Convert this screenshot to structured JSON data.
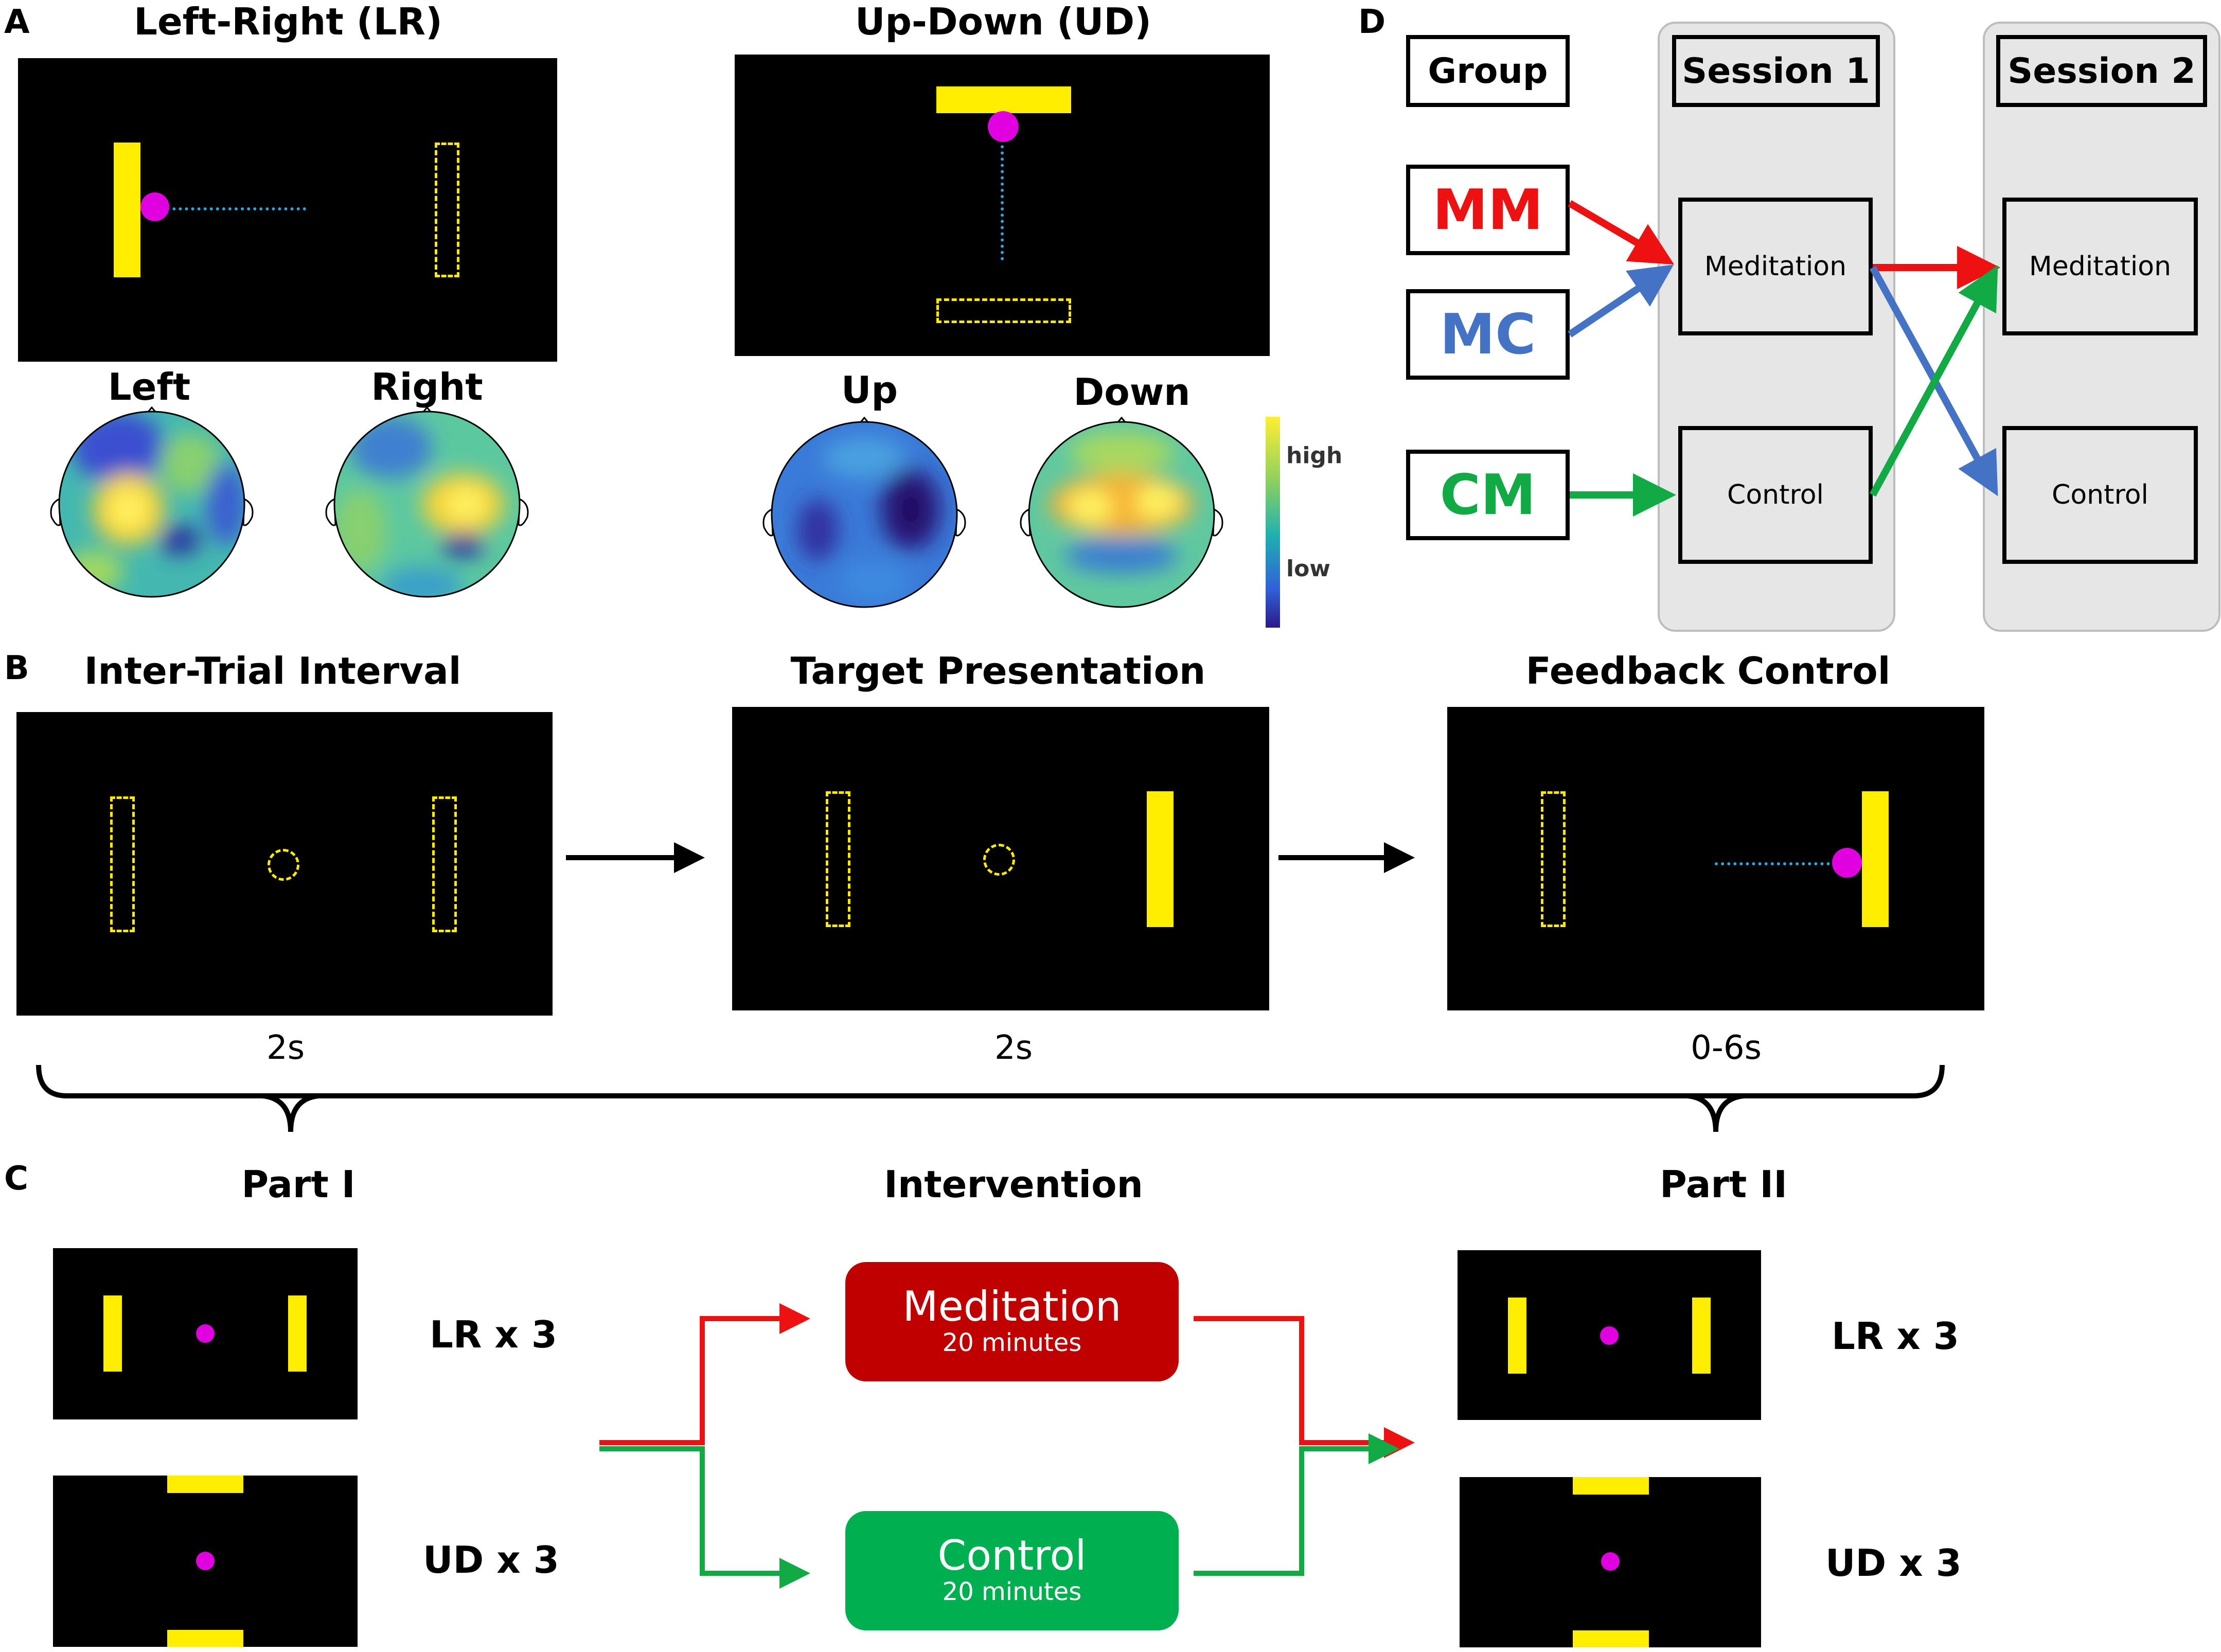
{
  "panels": {
    "a": "A",
    "b": "B",
    "c": "C",
    "d": "D"
  },
  "panel_a": {
    "lr_title": "Left-Right (LR)",
    "ud_title": "Up-Down (UD)",
    "topo_left": "Left",
    "topo_right": "Right",
    "topo_up": "Up",
    "topo_down": "Down",
    "colorbar_high": "high",
    "colorbar_low": "low"
  },
  "panel_b": {
    "step1_title": "Inter-Trial Interval",
    "step2_title": "Target Presentation",
    "step3_title": "Feedback Control",
    "step1_time": "2s",
    "step2_time": "2s",
    "step3_time": "0-6s"
  },
  "panel_c": {
    "part1_title": "Part I",
    "intervention_title": "Intervention",
    "part2_title": "Part II",
    "lr_label": "LR x 3",
    "ud_label": "UD x 3",
    "meditation_label": "Meditation",
    "meditation_duration": "20 minutes",
    "control_label": "Control",
    "control_duration": "20 minutes"
  },
  "panel_d": {
    "group_header": "Group",
    "session1_header": "Session 1",
    "session2_header": "Session 2",
    "groups": [
      "MM",
      "MC",
      "CM"
    ],
    "s1_meditation": "Meditation",
    "s1_control": "Control",
    "s2_meditation": "Meditation",
    "s2_control": "Control"
  },
  "colors": {
    "yellow": "#ffee00",
    "magenta": "#e000e0",
    "cursor_trace": "#2aa8e0",
    "mm_red": "#ee1111",
    "mc_blue": "#4472c4",
    "cm_green": "#11aa44",
    "meditation_fill": "#c00000",
    "control_fill": "#00b050"
  }
}
